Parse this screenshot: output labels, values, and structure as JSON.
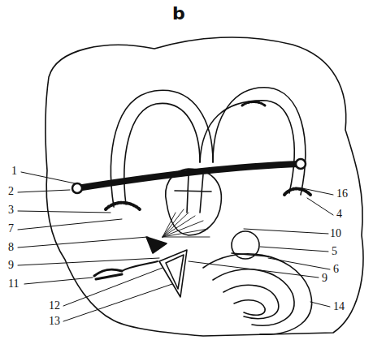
{
  "diagram": {
    "labels": [
      "b",
      "1",
      "2",
      "3",
      "7",
      "8",
      "9",
      "11",
      "12",
      "13",
      "16",
      "4",
      "10",
      "5",
      "6",
      "9",
      "14"
    ]
  }
}
